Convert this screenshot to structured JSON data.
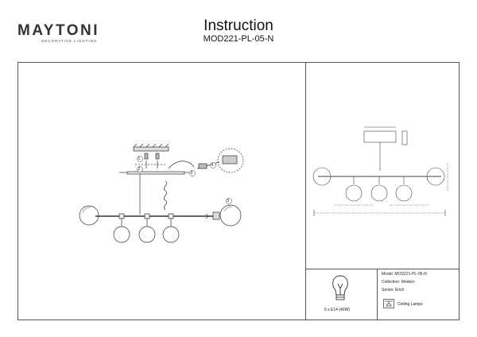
{
  "brand": {
    "name": "MAYTONI",
    "tagline": "DECORATIVE LIGHTING"
  },
  "header": {
    "title": "Instruction",
    "model": "MOD221-PL-05-N"
  },
  "install_steps": [
    "1",
    "2",
    "3",
    "4",
    "5"
  ],
  "bulb": {
    "spec": "5 x E14 (40W)"
  },
  "details": {
    "model": "Model: MOD221-PL-05-N",
    "collection": "Collection: Modern",
    "series": "Series: Erich",
    "category": "Ceiling Lamps"
  }
}
